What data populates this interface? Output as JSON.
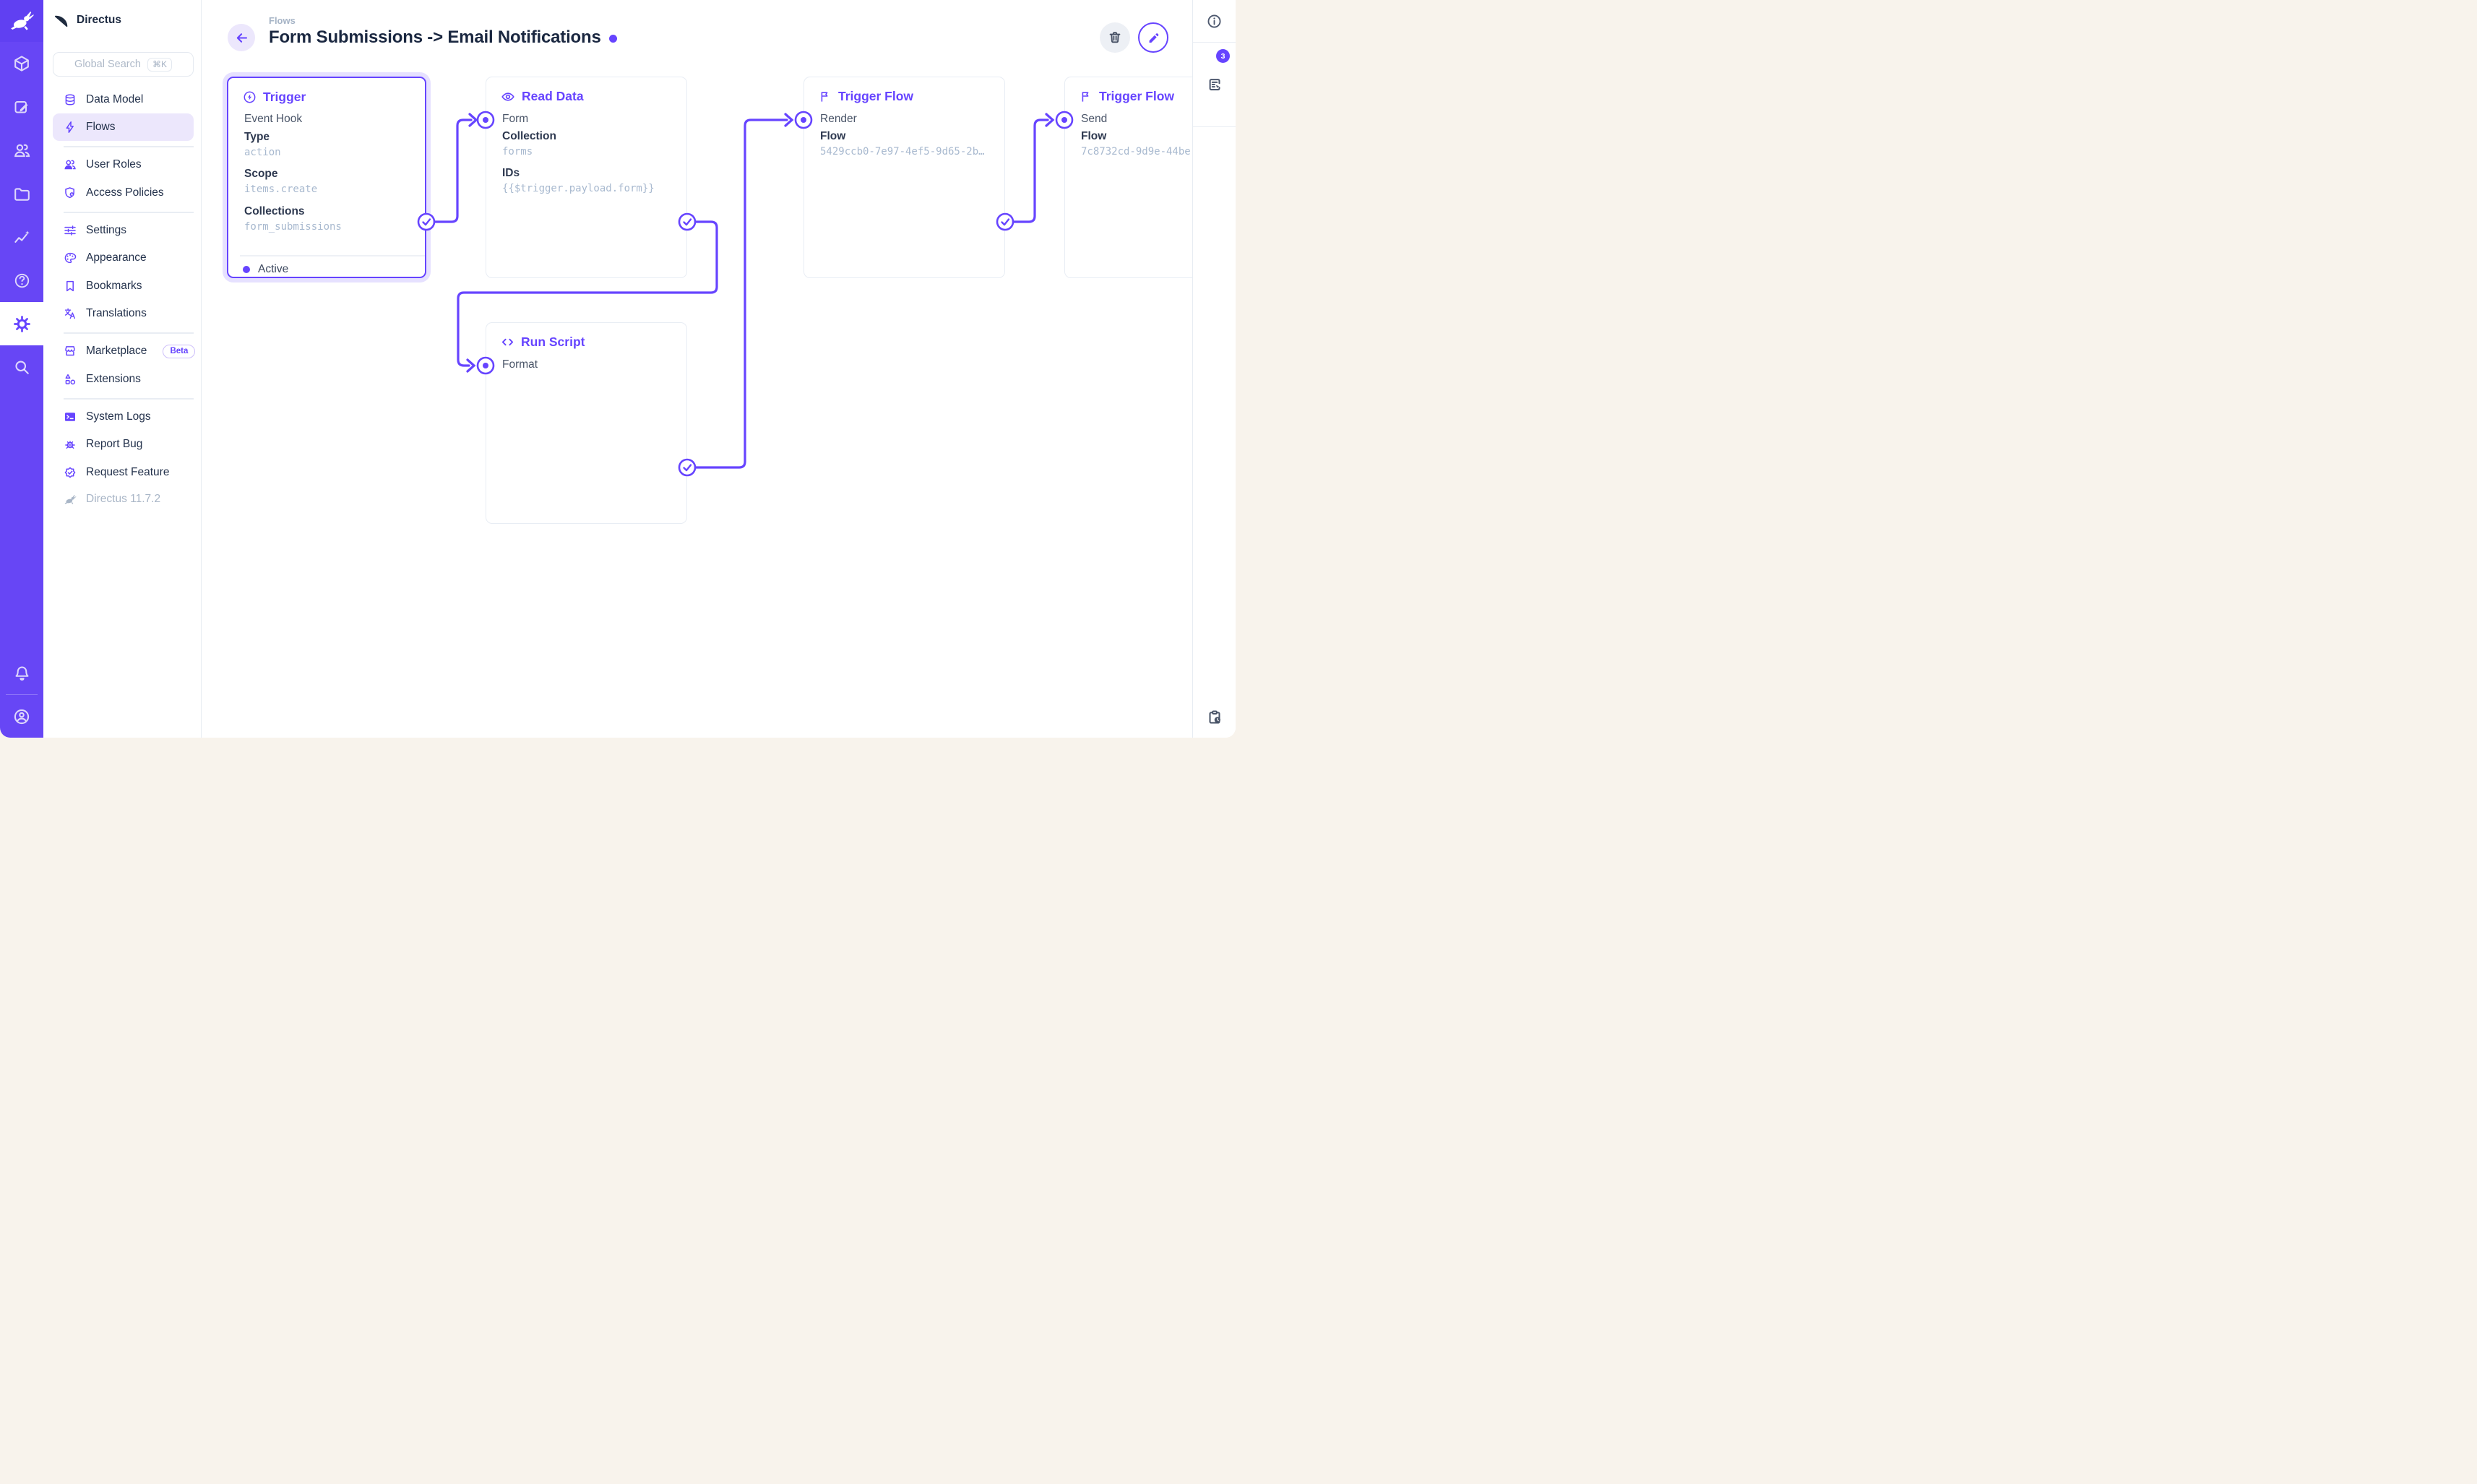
{
  "colors": {
    "accent": "#6644FF"
  },
  "project": {
    "name": "Directus"
  },
  "search": {
    "placeholder": "Global Search",
    "shortcut": "⌘K"
  },
  "nav": {
    "items": [
      {
        "label": "Data Model"
      },
      {
        "label": "Flows"
      },
      {
        "label": "User Roles"
      },
      {
        "label": "Access Policies"
      },
      {
        "label": "Settings"
      },
      {
        "label": "Appearance"
      },
      {
        "label": "Bookmarks"
      },
      {
        "label": "Translations"
      },
      {
        "label": "Marketplace",
        "badge": "Beta"
      },
      {
        "label": "Extensions"
      },
      {
        "label": "System Logs"
      },
      {
        "label": "Report Bug"
      },
      {
        "label": "Request Feature"
      }
    ],
    "version": "Directus 11.7.2"
  },
  "header": {
    "breadcrumb": "Flows",
    "title": "Form Submissions -> Email Notifications"
  },
  "sidebar_right": {
    "notifications_count": "3"
  },
  "flow": {
    "trigger": {
      "title": "Trigger",
      "subtitle": "Event Hook",
      "fields": [
        {
          "label": "Type",
          "value": "action"
        },
        {
          "label": "Scope",
          "value": "items.create"
        },
        {
          "label": "Collections",
          "value": "form_submissions"
        }
      ],
      "status": "Active"
    },
    "read_data": {
      "title": "Read Data",
      "input": "Form",
      "fields": [
        {
          "label": "Collection",
          "value": "forms"
        },
        {
          "label": "IDs",
          "value": "{{$trigger.payload.form}}"
        }
      ]
    },
    "run_script": {
      "title": "Run Script",
      "input": "Format"
    },
    "trigger_flow_render": {
      "title": "Trigger Flow",
      "input": "Render",
      "fields": [
        {
          "label": "Flow",
          "value": "5429ccb0-7e97-4ef5-9d65-2b…"
        }
      ]
    },
    "trigger_flow_send": {
      "title": "Trigger Flow",
      "input": "Send",
      "fields": [
        {
          "label": "Flow",
          "value": "7c8732cd-9d9e-44be"
        }
      ]
    }
  }
}
